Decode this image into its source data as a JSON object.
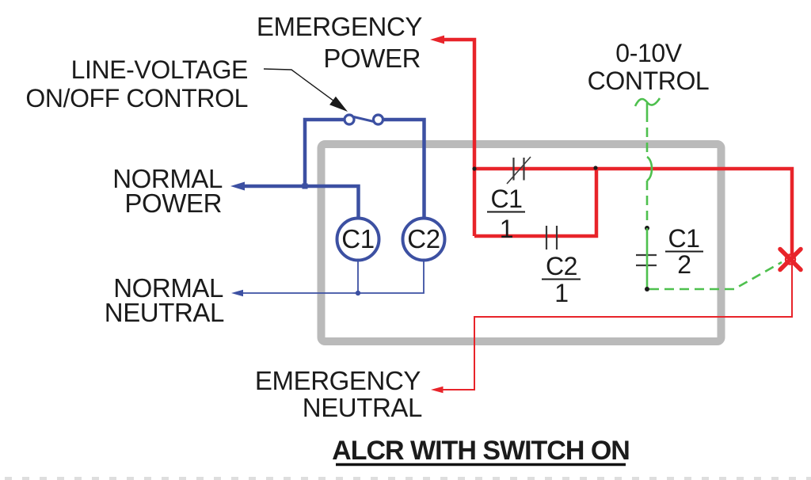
{
  "diagram": {
    "title": "ALCR WITH SWITCH ON",
    "labels": {
      "line_voltage_control": [
        "LINE-VOLTAGE",
        "ON/OFF CONTROL"
      ],
      "emergency_power": [
        "EMERGENCY",
        "POWER"
      ],
      "zero_to_ten_v_control": [
        "0-10V",
        "CONTROL"
      ],
      "normal_power": [
        "NORMAL",
        "POWER"
      ],
      "normal_neutral": [
        "NORMAL",
        "NEUTRAL"
      ],
      "emergency_neutral": [
        "EMERGENCY",
        "NEUTRAL"
      ]
    },
    "components": {
      "relay_coil_c1": "C1",
      "relay_coil_c2": "C2",
      "contact_c1_1": {
        "coil": "C1",
        "pole": "1"
      },
      "contact_c2_1": {
        "coil": "C2",
        "pole": "1"
      },
      "contact_c1_2": {
        "coil": "C1",
        "pole": "2"
      }
    },
    "colors": {
      "normal_circuit_blue": "#3c50a2",
      "emergency_circuit_red": "#e8242a",
      "control_circuit_green": "#4ec04e",
      "enclosure_gray": "#bababa",
      "text_black": "#1b1b1b"
    }
  }
}
